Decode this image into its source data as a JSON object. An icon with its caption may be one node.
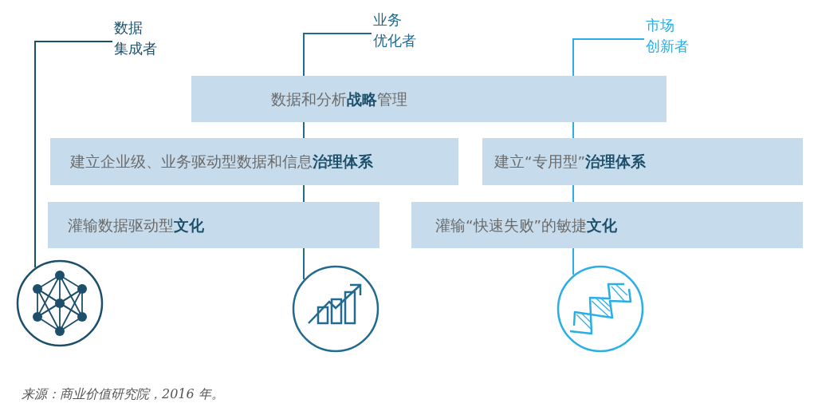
{
  "diagram": {
    "caption": "来源：商业价值研究院，2016 年。",
    "nodes": [
      {
        "text": [
          "数据",
          "集成者"
        ]
      },
      {
        "text": [
          "业务",
          "优化者"
        ]
      },
      {
        "text": [
          "市场",
          "创新者"
        ]
      },
      {
        "text": [
          "数据和分析**战略**管理"
        ]
      },
      {
        "text": [
          "建立企业级、业务驱动型数据和信息**治理体系**"
        ]
      },
      {
        "text": [
          "建立“专用型”**治理体系**"
        ]
      },
      {
        "text": [
          "灌输数据驱动型**文化**"
        ]
      },
      {
        "text": [
          "灌输“快速失败”的敏捷**文化**"
        ]
      },
      {
        "text": [],
        "shape": "circle"
      },
      {
        "text": [],
        "shape": "circle"
      },
      {
        "text": [],
        "shape": "circle"
      }
    ],
    "edges": [
      {
        "from": 0,
        "to": 8,
        "arrow": "none",
        "color": "#1d4f6a"
      },
      {
        "from": 1,
        "to": 3,
        "arrow": "none",
        "color": "#226a90"
      },
      {
        "from": 3,
        "to": 4,
        "arrow": "none",
        "color": "#226a90"
      },
      {
        "from": 4,
        "to": 6,
        "arrow": "none",
        "color": "#226a90"
      },
      {
        "from": 6,
        "to": 9,
        "arrow": "none",
        "color": "#226a90"
      },
      {
        "from": 2,
        "to": 3,
        "arrow": "none",
        "color": "#2aaee8"
      },
      {
        "from": 3,
        "to": 5,
        "arrow": "none",
        "color": "#2aaee8"
      },
      {
        "from": 5,
        "to": 7,
        "arrow": "none",
        "color": "#2aaee8"
      },
      {
        "from": 7,
        "to": 10,
        "arrow": "none",
        "color": "#2aaee8"
      }
    ]
  }
}
